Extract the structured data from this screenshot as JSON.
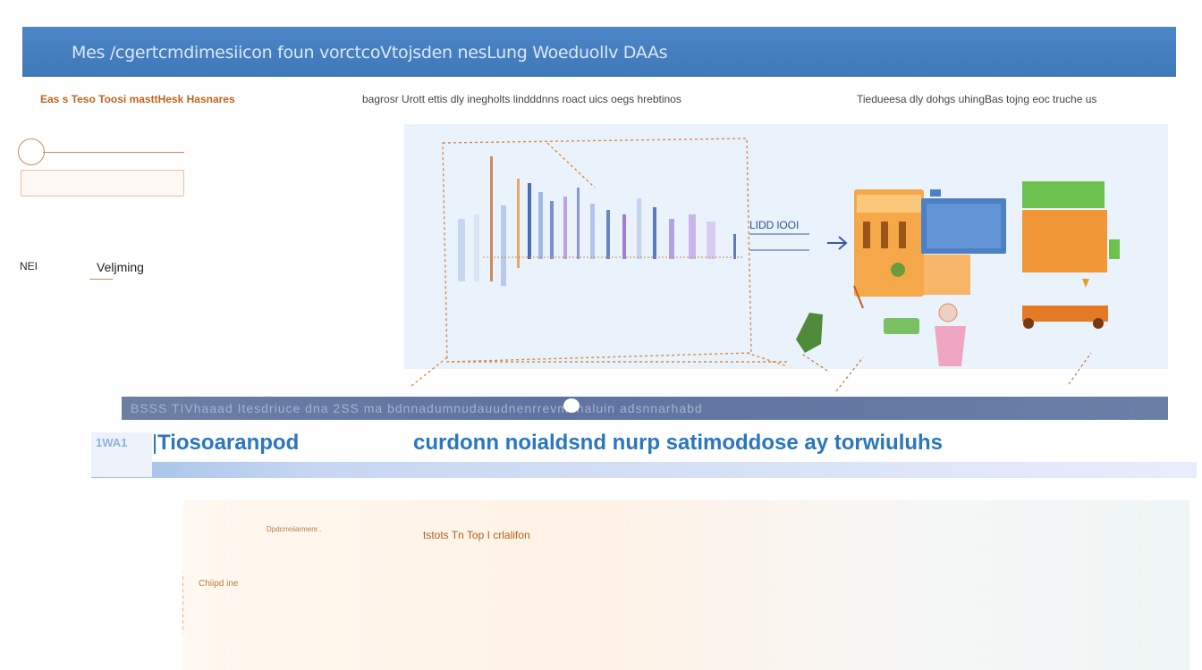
{
  "header": {
    "title": "Mes /cgertcmdimesiicon foun vorctcoVtojsden nesLung Woeduollv DAAs"
  },
  "toolbar": {
    "left_text": "Eas s Teso Toosi masttHesk Hasnares",
    "middle_text": "bagrosr Urott ettis dly inegholts lindddnns roact uics oegs hrebtinos",
    "right_text": "Tiedueesa dly dohgs uhingBas tojng eoc truche us"
  },
  "sidebar": {
    "item_a_label": "NEI",
    "item_b_label": "Veljming"
  },
  "diagram": {
    "center_label": "LIDD lOOI"
  },
  "divider": {
    "text": "BSSS TIVhaaad Itesdriuce dna 2SS ma bdnnadumnudauudnenrrevmunaluin adsnnarhabd"
  },
  "section": {
    "badge": "1WA1",
    "heading_left": "Tiosoaranpod",
    "heading_right": "curdonn noialdsnd nurp satimoddose ay torwiuluhs"
  },
  "flow": {
    "title": "tstots Tn Top I crlalifon",
    "top_label": "Dpdcrreiiarmenr..",
    "left_label": "Chiipd ine"
  },
  "colors": {
    "accent_blue": "#3f78b9",
    "accent_orange": "#f39a3d",
    "panel_blue": "#eaf3fb",
    "heading_blue": "#2a76bf"
  }
}
